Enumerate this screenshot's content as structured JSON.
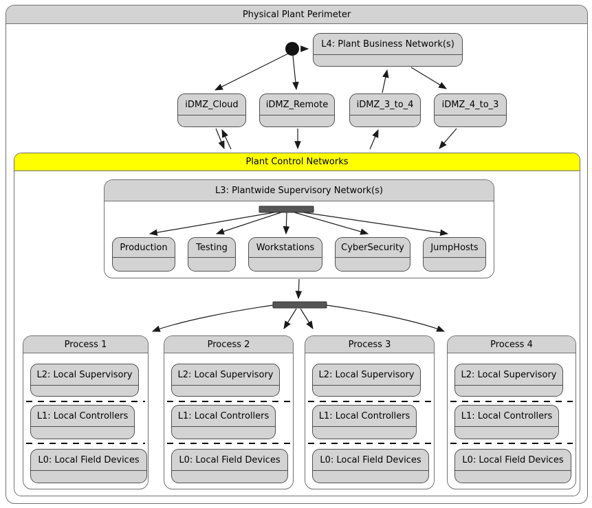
{
  "outer": {
    "title": "Physical Plant Perimeter"
  },
  "l4": {
    "label": "L4: Plant Business Network(s)"
  },
  "idmz": [
    {
      "label": "iDMZ_Cloud"
    },
    {
      "label": "iDMZ_Remote"
    },
    {
      "label": "iDMZ_3_to_4"
    },
    {
      "label": "iDMZ_4_to_3"
    }
  ],
  "pcn": {
    "title": "Plant Control Networks"
  },
  "l3": {
    "title": "L3: Plantwide Supervisory Network(s)",
    "children": [
      "Production",
      "Testing",
      "Workstations",
      "CyberSecurity",
      "JumpHosts"
    ]
  },
  "processes": [
    {
      "title": "Process 1",
      "levels": [
        "L2: Local Supervisory",
        "L1: Local Controllers",
        "L0: Local Field Devices"
      ]
    },
    {
      "title": "Process 2",
      "levels": [
        "L2: Local Supervisory",
        "L1: Local Controllers",
        "L0: Local Field Devices"
      ]
    },
    {
      "title": "Process 3",
      "levels": [
        "L2: Local Supervisory",
        "L1: Local Controllers",
        "L0: Local Field Devices"
      ]
    },
    {
      "title": "Process 4",
      "levels": [
        "L2: Local Supervisory",
        "L1: Local Controllers",
        "L0: Local Field Devices"
      ]
    }
  ],
  "colors": {
    "state_fill": "#d3d3d3",
    "container_title_fill": "#d3d3d3",
    "pcn_title_fill": "#ffff00",
    "fork_bar": "#555555",
    "edge": "#1a1a1a",
    "background": "#ffffff"
  }
}
